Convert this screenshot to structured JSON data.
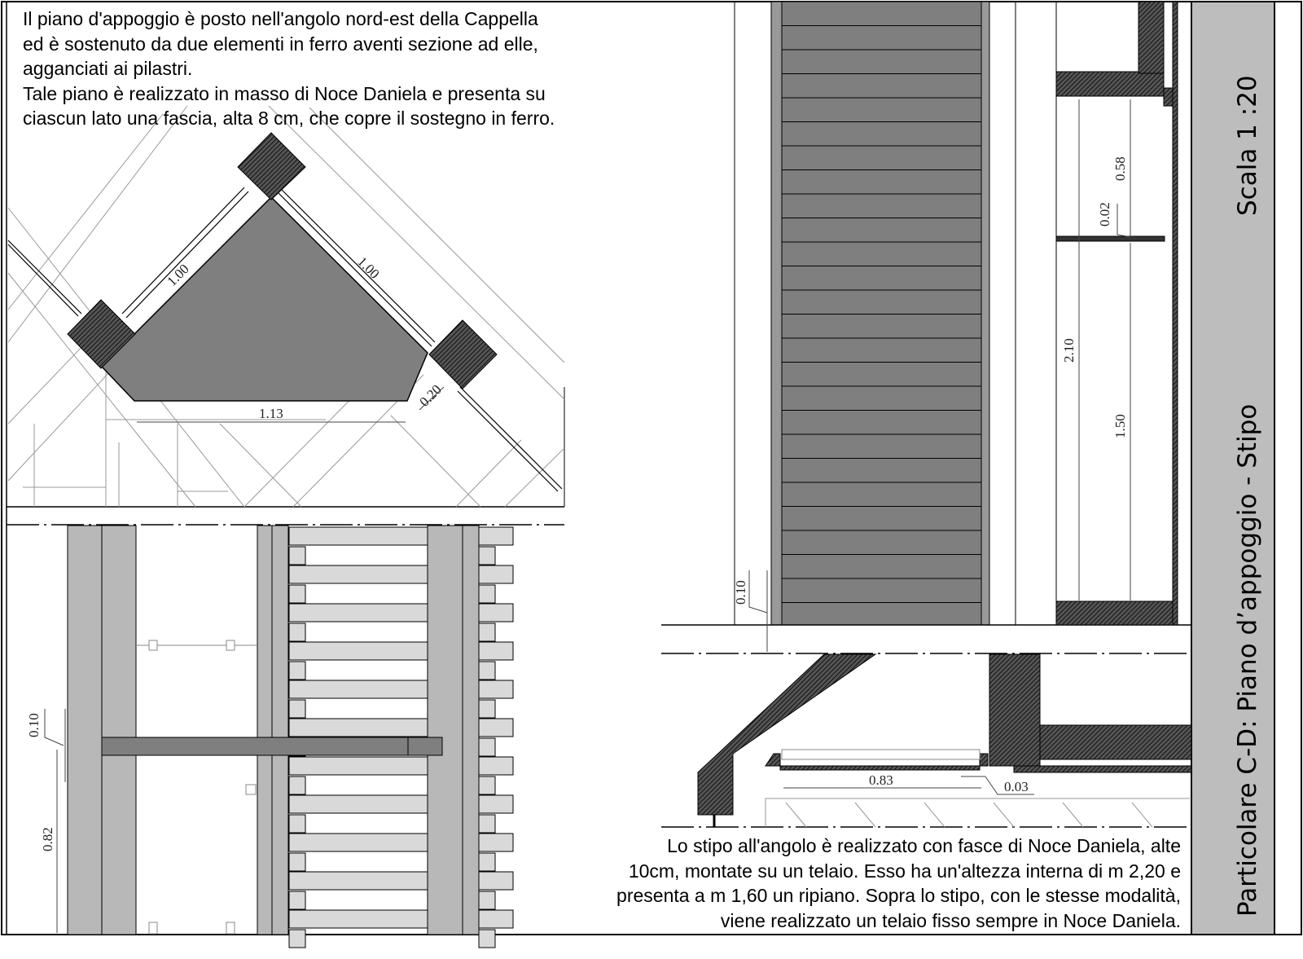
{
  "top_note": {
    "lines": [
      "Il piano d'appoggio è posto nell'angolo nord-est della Cappella",
      "ed è sostenuto da due elementi in ferro aventi sezione ad elle,",
      "agganciati ai pilastri.",
      "Tale piano è realizzato in masso di Noce Daniela e presenta su",
      "ciascun lato una fascia, alta 8 cm, che copre il sostegno in ferro."
    ]
  },
  "bottom_note": {
    "lines": [
      "Lo stipo all'angolo è realizzato con fasce di Noce Daniela, alte",
      "10cm, montate su un telaio. Esso ha un'altezza interna di m 2,20 e",
      "presenta a m 1,60 un ripiano. Sopra lo stipo, con le stesse modalità,",
      "viene realizzato un telaio fisso sempre in Noce Daniela."
    ]
  },
  "title_strip": {
    "scale": "Scala 1 :20",
    "title": "Particolare C-D:  Piano d’appoggio - Stipo"
  },
  "dimensions": {
    "plan_left_side": "1.00",
    "plan_right_side": "1.00",
    "plan_front": "1.13",
    "plan_depth": "0.20",
    "elev_left_thickness": "0.10",
    "elev_left_height": "0.82",
    "stipo_top_section": "0.58",
    "stipo_shelf": "0.02",
    "stipo_total": "2.10",
    "stipo_lower": "1.50",
    "stipo_base": "0.10",
    "section_width": "0.83",
    "section_gap": "0.03"
  },
  "colors": {
    "board_dark": "#7f7f7f",
    "board_light": "#d9d9d9",
    "column_gray": "#b8b8b8",
    "hatch": "#3a3a3a",
    "title_strip_bg": "#bdbdbd"
  }
}
